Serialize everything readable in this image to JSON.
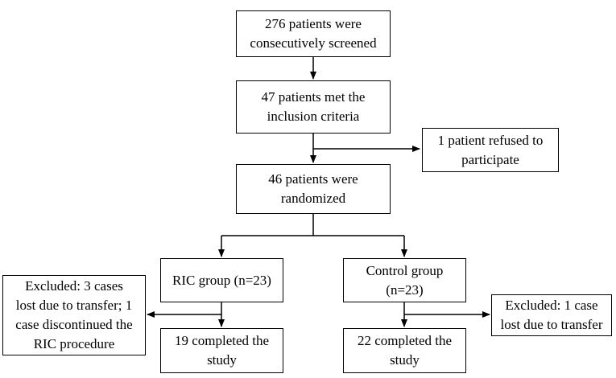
{
  "flowchart": {
    "screened": "276 patients were\nconsecutively screened",
    "met_criteria": "47 patients met the\ninclusion criteria",
    "refused": "1 patient refused to\nparticipate",
    "randomized": "46 patients were\nrandomized",
    "ric_group": "RIC group (n=23)",
    "control_group": "Control group\n(n=23)",
    "ric_excluded": "Excluded: 3 cases\nlost due to transfer; 1\ncase discontinued the\nRIC procedure",
    "control_excluded": "Excluded: 1 case\nlost due to transfer",
    "ric_completed": "19 completed the\nstudy",
    "control_completed": "22 completed the\nstudy"
  },
  "colors": {
    "line": "#000000",
    "box_border": "#000000",
    "background": "#ffffff"
  }
}
